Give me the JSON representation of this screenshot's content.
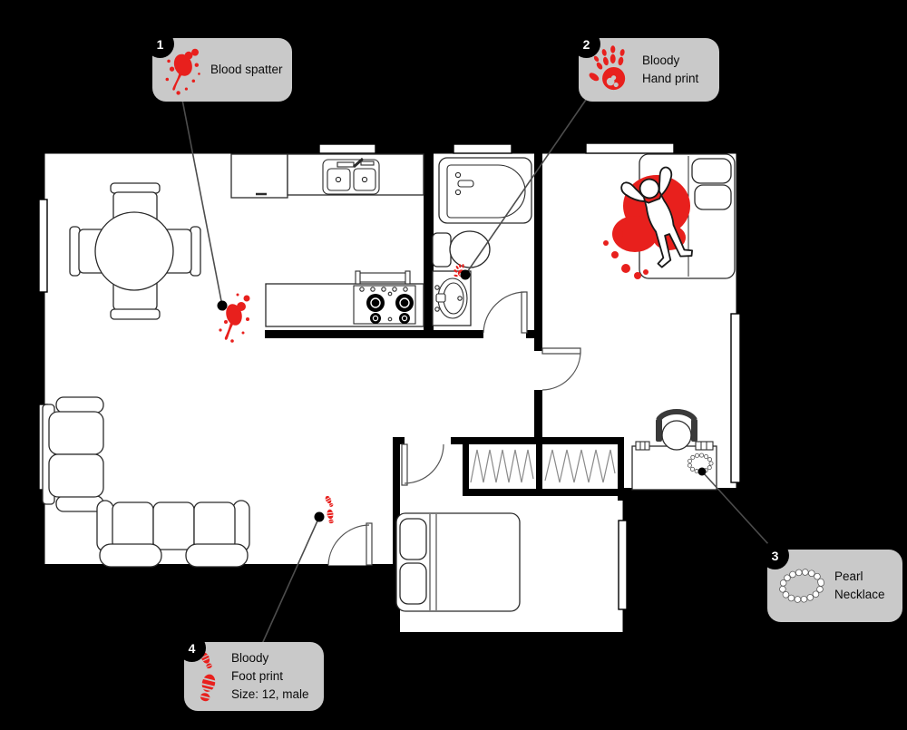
{
  "scene": {
    "colors": {
      "background": "#000000",
      "floor": "#ffffff",
      "wall": "#000000",
      "blood_red": "#e8201d",
      "callout_fill": "#c9c9c9",
      "leader_line": "#4d4d4d",
      "furniture_stroke": "#2b2b2b",
      "closet_zigzag": "#8a8a8a"
    },
    "callouts": [
      {
        "number": "1",
        "icon": "blood-spatter-icon",
        "lines": [
          "Blood spatter"
        ]
      },
      {
        "number": "2",
        "icon": "bloody-hand-print-icon",
        "lines": [
          "Bloody",
          "Hand print"
        ]
      },
      {
        "number": "3",
        "icon": "pearl-necklace-icon",
        "lines": [
          "Pearl",
          "Necklace"
        ]
      },
      {
        "number": "4",
        "icon": "bloody-foot-print-icon",
        "lines": [
          "Bloody",
          "Foot print",
          "Size: 12, male"
        ]
      }
    ]
  }
}
